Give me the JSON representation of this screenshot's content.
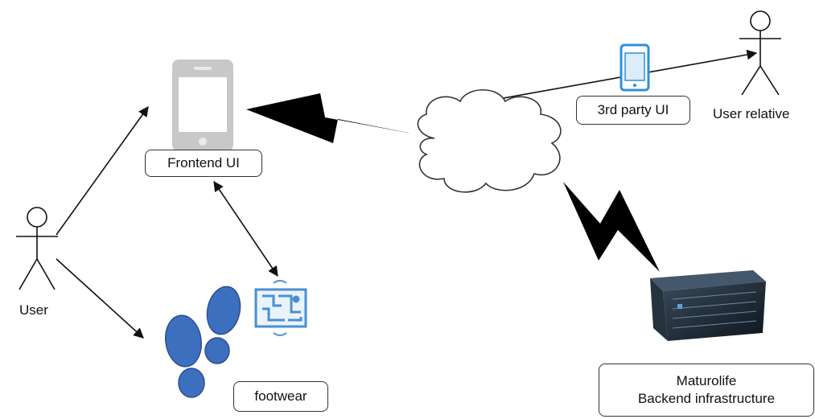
{
  "actors": {
    "user": "User",
    "user_relative": "User relative"
  },
  "labels": {
    "frontend_ui": "Frontend UI",
    "third_party_ui": "3rd party UI",
    "footwear": "footwear",
    "backend_line1": "Maturolife",
    "backend_line2": "Backend infrastructure"
  },
  "colors": {
    "line": "#111111",
    "phone_gray": "#c8c8c8",
    "phone_blue": "#2f8fd8",
    "footprint_blue": "#3d6fbf",
    "circuit_blue": "#4a8fd0",
    "server_dark": "#1b2530"
  },
  "icons": {
    "frontend_device": "smartphone-icon",
    "third_party_device": "smartphone-outline-icon",
    "footwear": "footprints-icon",
    "sensor": "circuit-sensor-icon",
    "network": "cloud-icon",
    "backend": "server-rack-icon"
  }
}
